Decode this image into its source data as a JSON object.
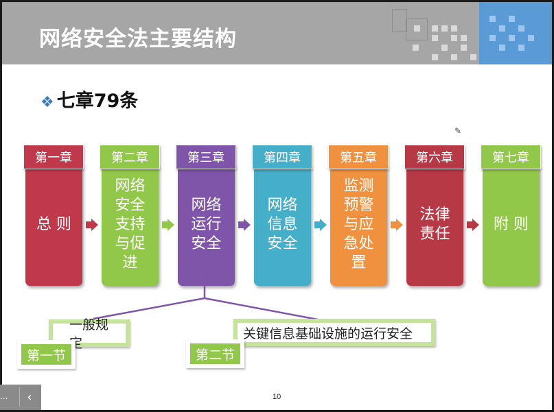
{
  "slide": {
    "title": "网络安全法主要结构",
    "bullet": "七章79条",
    "page_number": "10"
  },
  "chapters": [
    {
      "tag": "第一章",
      "body": "总 则",
      "color": "#c0394a"
    },
    {
      "tag": "第二章",
      "body": "网络\n安全\n支持\n与促\n进",
      "color": "#92c84a"
    },
    {
      "tag": "第三章",
      "body": "网络\n运行\n安全",
      "color": "#7e55a8"
    },
    {
      "tag": "第四章",
      "body": "网络\n信息\n安全",
      "color": "#45aec8"
    },
    {
      "tag": "第五章",
      "body": "监测\n预警\n与应\n急处\n置",
      "color": "#f0913f"
    },
    {
      "tag": "第六章",
      "body": "法律\n责任",
      "color": "#b83946"
    },
    {
      "tag": "第七章",
      "body": "附 则",
      "color": "#92c84a"
    }
  ],
  "sections": [
    {
      "label": "第一节",
      "text": "一般规定"
    },
    {
      "label": "第二节",
      "text": "关键信息基础设施的运行安全"
    }
  ],
  "nav": {
    "dots": "...",
    "back_glyph": "‹"
  },
  "colors": {
    "title_bar": "#a6a6a6",
    "accent_blue": "#5b9bd5",
    "bullet_diamond": "#3b78c2",
    "connector": "#7e55a8"
  }
}
